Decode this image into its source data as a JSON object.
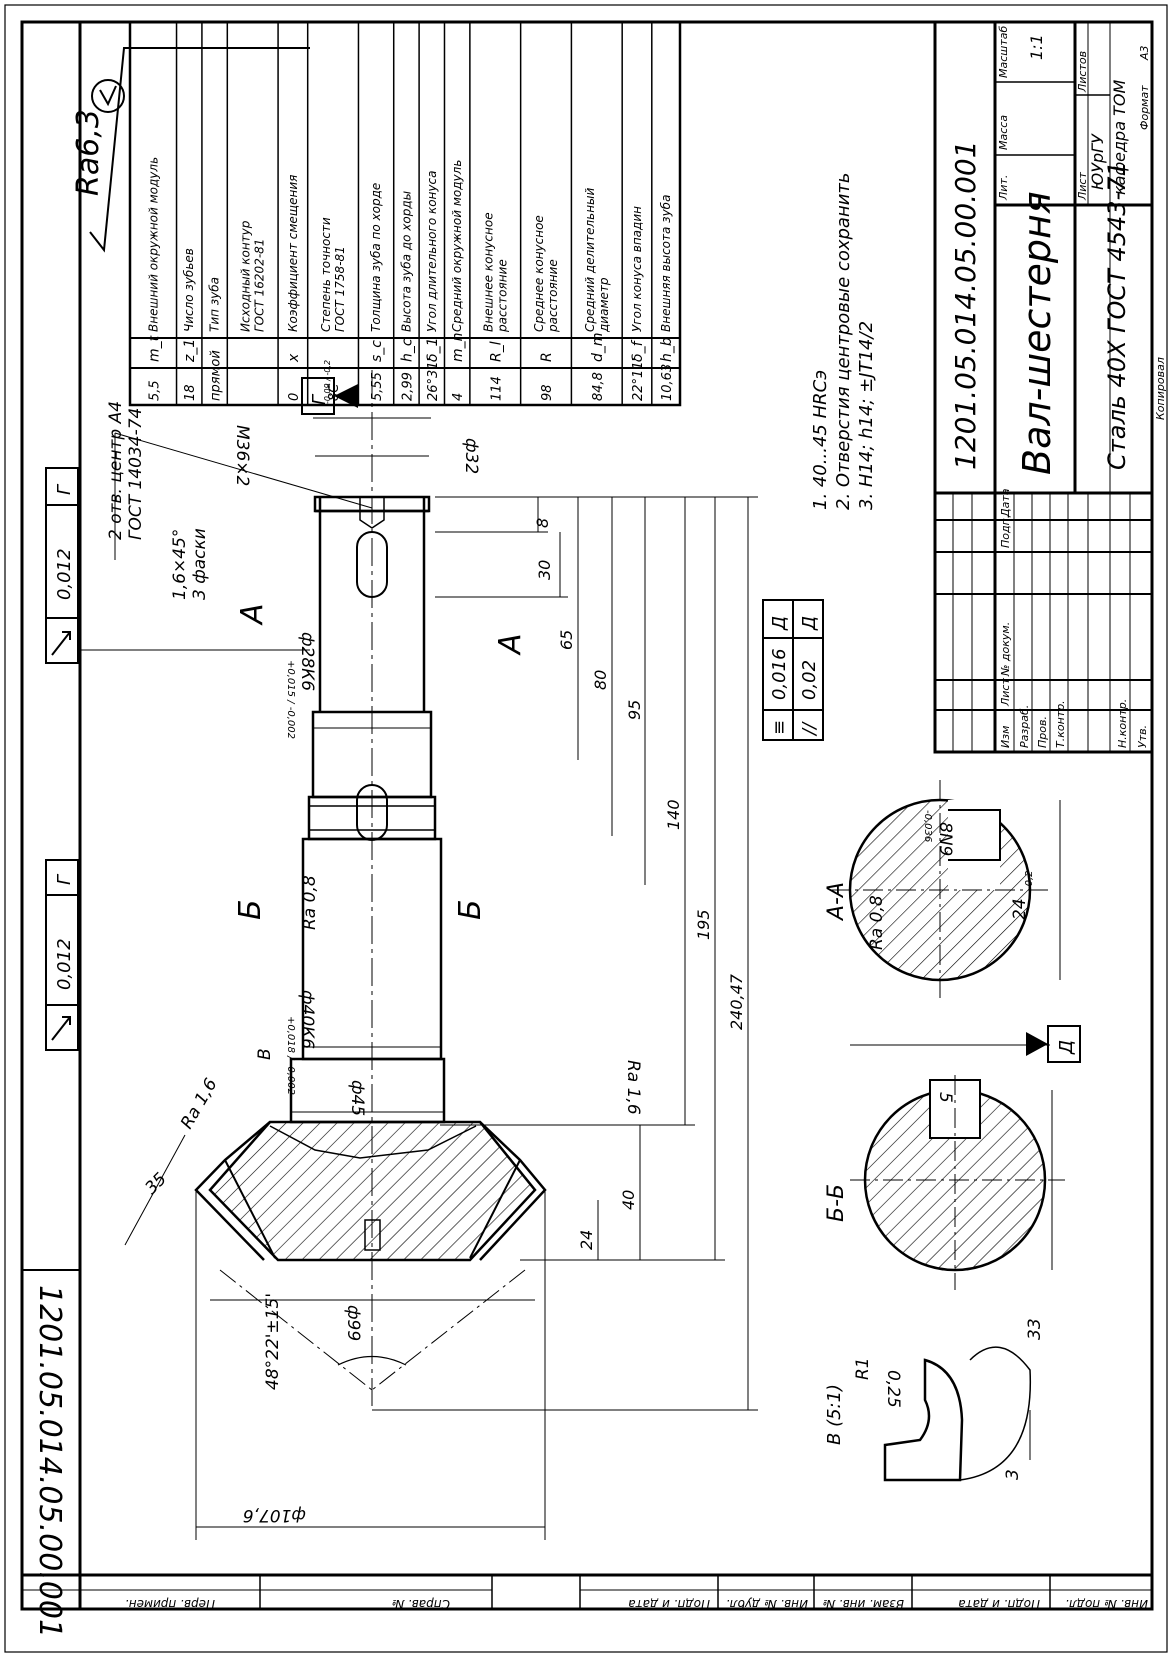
{
  "surface_roughness": {
    "symbol_value": "Ra6,3"
  },
  "gear_params": {
    "rows": [
      {
        "name": [
          "Внешний окружной модуль"
        ],
        "sym": "m_t",
        "val": "5,5"
      },
      {
        "name": [
          "Число зубьев"
        ],
        "sym": "z_1",
        "val": "18"
      },
      {
        "name": [
          "Тип зуба"
        ],
        "sym": "",
        "val": "прямой"
      },
      {
        "name": [
          "Исходный контур",
          "ГОСТ 16202-81"
        ],
        "sym": "",
        "val": ""
      },
      {
        "name": [
          "Коэффициент смещения"
        ],
        "sym": "x",
        "val": "0"
      },
      {
        "name": [
          "Степень точности",
          "ГОСТ 1758-81"
        ],
        "sym": "",
        "val": "8С"
      },
      {
        "name": [
          "Толщина зуба по хорде"
        ],
        "sym": "s_c",
        "val": "5,55"
      },
      {
        "name": [
          "Высота зуба до хорды"
        ],
        "sym": "h_c",
        "val": "2,99"
      },
      {
        "name": [
          "Угол длительного конуса"
        ],
        "sym": "δ_1",
        "val": "26°31'"
      },
      {
        "name": [
          "Средний окружной модуль"
        ],
        "sym": "m_n",
        "val": "4"
      },
      {
        "name": [
          "Внешнее конусное",
          "расстояние"
        ],
        "sym": "R_l",
        "val": "114"
      },
      {
        "name": [
          "Среднее конусное",
          "расстояние"
        ],
        "sym": "R",
        "val": "98"
      },
      {
        "name": [
          "Средний делительный",
          "диаметр"
        ],
        "sym": "d_m",
        "val": "84,8"
      },
      {
        "name": [
          "Угол конуса впадин"
        ],
        "sym": "δ_f",
        "val": "22°11'"
      },
      {
        "name": [
          "Внешняя высота зуба"
        ],
        "sym": "h_b",
        "val": "10,63"
      }
    ],
    "tolerance_s": "-0,09 / -0,2"
  },
  "notes": [
    "1. 40...45 HRCэ",
    "2. Отверстия центровые сохранить",
    "3. H14; h14; ±JT14/2"
  ],
  "title_block": {
    "doc_number": "1201.05.014.05.00.001",
    "part_name": "Вал-шестерня",
    "material": "Сталь 40Х ГОСТ 4543-71",
    "org_line1": "ЮУрГУ",
    "org_line2": "кафедра ТОМ",
    "scale_label": "Масштаб",
    "scale": "1:1",
    "lit_label": "Лит.",
    "mass_label": "Масса",
    "sheet_label": "Лист",
    "sheets_label": "Листов",
    "format_label": "Формат",
    "format": "А3",
    "copied_label": "Копировал",
    "header_cols": [
      "Изм",
      "Лист",
      "№ докум.",
      "Подп.",
      "Дата"
    ],
    "role_rows": [
      "Разраб.",
      "Пров.",
      "Т.контр.",
      "",
      "Н.контр.",
      "Утв."
    ]
  },
  "side_stamp": {
    "doc_number_rot": "1201.05.014.05.00.001"
  },
  "bottom_strip_left": [
    "Перв. примен.",
    "Справ. №"
  ],
  "bottom_strip_right": [
    "Подп. и дата",
    "Инв. № дубл.",
    "Взам. инв. №",
    "Подп. и дата",
    "Инв. № подл."
  ],
  "gdt": {
    "runout1": {
      "value": "0,012",
      "datum": "Г"
    },
    "runout2": {
      "value": "0,012",
      "datum": "Г"
    },
    "symmetry": {
      "value": "0,016",
      "datum": "Д"
    },
    "parallel": {
      "value": "0,02",
      "datum": "Д"
    },
    "datum_g": "Г",
    "datum_d": "Д"
  },
  "annotations": {
    "center_holes": [
      "2 отв. центр А4",
      "ГОСТ 14034-74"
    ],
    "chamfer": [
      "1,6×45°",
      "3 фаски"
    ],
    "thread": "М36×2",
    "d32": "ф32",
    "d28": "ф28К6",
    "d28_tol": "+0,015 / -0,002",
    "d40": "ф40К6",
    "d40_tol": "+0,018 / -0,002",
    "d45": "ф45",
    "d99": "ф99",
    "d107": "ф107,6",
    "angle": "48°22'±15'",
    "len35": "35",
    "ra16_cone": "Ra 1,6",
    "ra16_shaft": "Ra 1,6",
    "ra08_shaft": "Ra 0,8",
    "ra08_section": "Ra 0,8",
    "section_A": "А",
    "section_B": "Б",
    "detail_V": "В",
    "dims": [
      "8",
      "30",
      "65",
      "80",
      "95",
      "140",
      "195",
      "240,47",
      "40",
      "24"
    ],
    "section_AA": "А-А",
    "section_BB": "Б-Б",
    "detail_title": "В (5:1)",
    "kw_8": "8N9",
    "kw_8_tol": "-0,036",
    "d24": "24",
    "d24_tol": "-0,2",
    "kw_5": "5",
    "d33": "33",
    "r1": "R1",
    "c025": "0,25",
    "d3": "3"
  }
}
